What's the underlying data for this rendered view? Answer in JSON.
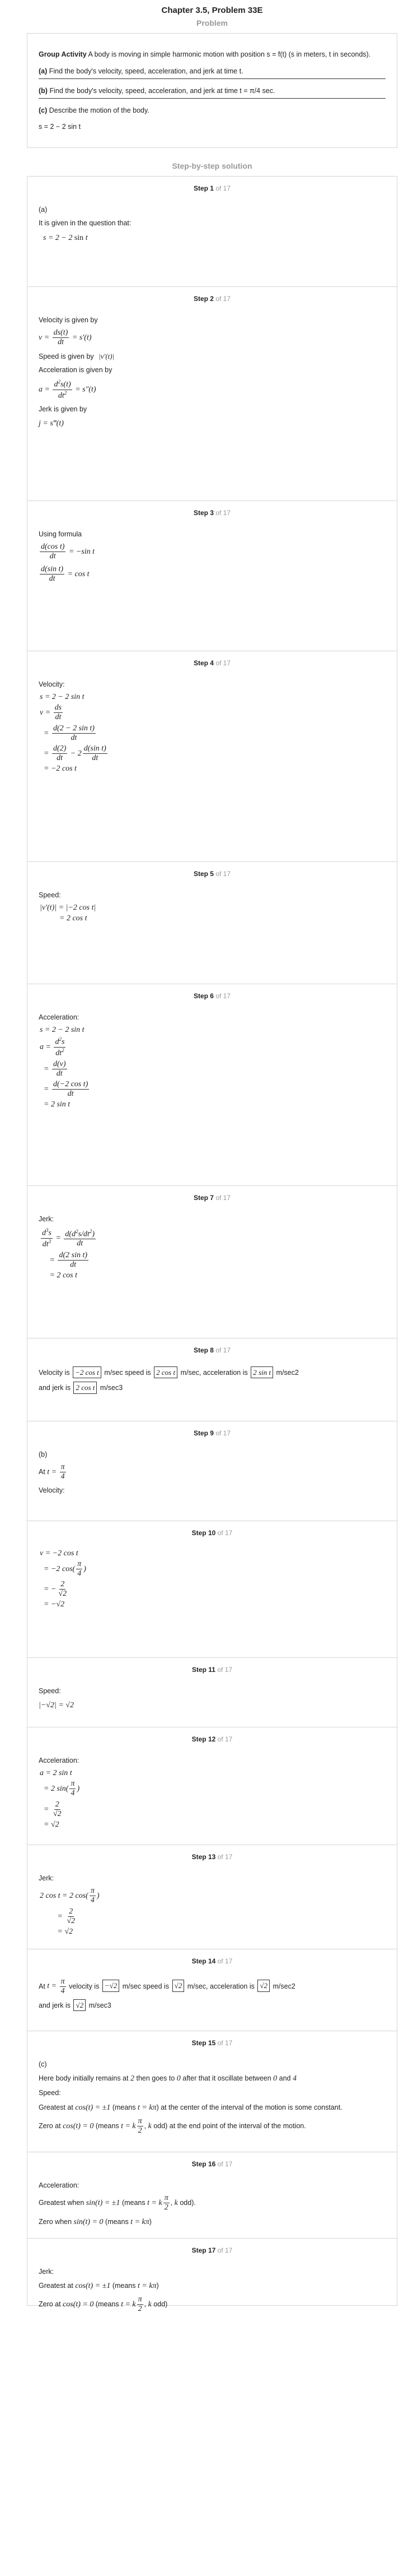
{
  "header": {
    "chapter_title": "Chapter 3.5, Problem 33E",
    "problem_label": "Problem",
    "solution_label": "Step-by-step solution"
  },
  "problem": {
    "activity_label": "Group Activity",
    "activity_text": "A body is moving in simple harmonic motion with position s = f(t) (s in meters, t in seconds).",
    "part_a_label": "(a)",
    "part_a_text": "Find the body's velocity, speed, acceleration, and jerk at time t.",
    "part_b_label": "(b)",
    "part_b_text": "Find the body's velocity, speed, acceleration, and jerk at time t = π/4 sec.",
    "part_c_label": "(c)",
    "part_c_text": "Describe the motion of the body.",
    "equation": "s = 2 − 2 sin t"
  },
  "steps": [
    {
      "n": "Step 1",
      "of": "of 17",
      "lines": [
        "(a)",
        "It is given in the question that:"
      ]
    },
    {
      "n": "Step 2",
      "of": "of 17",
      "lines": [
        "Velocity is given by",
        "Speed is given by",
        "Acceleration is given by",
        "Jerk is given by"
      ]
    },
    {
      "n": "Step 3",
      "of": "of 17",
      "lines": [
        "Using formula"
      ]
    },
    {
      "n": "Step 4",
      "of": "of 17",
      "lines": [
        "Velocity:"
      ]
    },
    {
      "n": "Step 5",
      "of": "of 17",
      "lines": [
        "Speed:"
      ]
    },
    {
      "n": "Step 6",
      "of": "of 17",
      "lines": [
        "Acceleration:"
      ]
    },
    {
      "n": "Step 7",
      "of": "of 17",
      "lines": [
        "Jerk:"
      ]
    },
    {
      "n": "Step 8",
      "of": "of 17",
      "lines": [
        "Velocity is",
        "m/sec speed is",
        "m/sec, acceleration is",
        "m/sec2",
        "and jerk is",
        "m/sec3"
      ]
    },
    {
      "n": "Step 9",
      "of": "of 17",
      "lines": [
        "(b)",
        "At",
        "Velocity:"
      ]
    },
    {
      "n": "Step 10",
      "of": "of 17",
      "lines": []
    },
    {
      "n": "Step 11",
      "of": "of 17",
      "lines": [
        "Speed:"
      ]
    },
    {
      "n": "Step 12",
      "of": "of 17",
      "lines": [
        "Acceleration:"
      ]
    },
    {
      "n": "Step 13",
      "of": "of 17",
      "lines": [
        "Jerk:"
      ]
    },
    {
      "n": "Step 14",
      "of": "of 17",
      "lines": [
        "At",
        "velocity is",
        "m/sec speed is",
        "m/sec, acceleration is",
        "m/sec2",
        "and jerk is",
        "m/sec3"
      ]
    },
    {
      "n": "Step 15",
      "of": "of 17",
      "lines": [
        "(c)",
        "Here body initially remains at",
        "then goes to",
        "after that it oscillate between",
        "and",
        "Speed:",
        "Greatest at",
        "(means",
        "at the center of the interval of the motion  is some constant.",
        "Zero at",
        "(means",
        "odd) at the end point of the interval of the motion."
      ]
    },
    {
      "n": "Step 16",
      "of": "of 17",
      "lines": [
        "Acceleration:",
        "Greatest when",
        "(means",
        "odd).",
        "Zero when",
        "(means"
      ]
    },
    {
      "n": "Step 17",
      "of": "of 17",
      "lines": [
        "Jerk:",
        "Greatest at",
        "(means",
        "Zero at",
        "(means",
        "odd)"
      ]
    }
  ]
}
